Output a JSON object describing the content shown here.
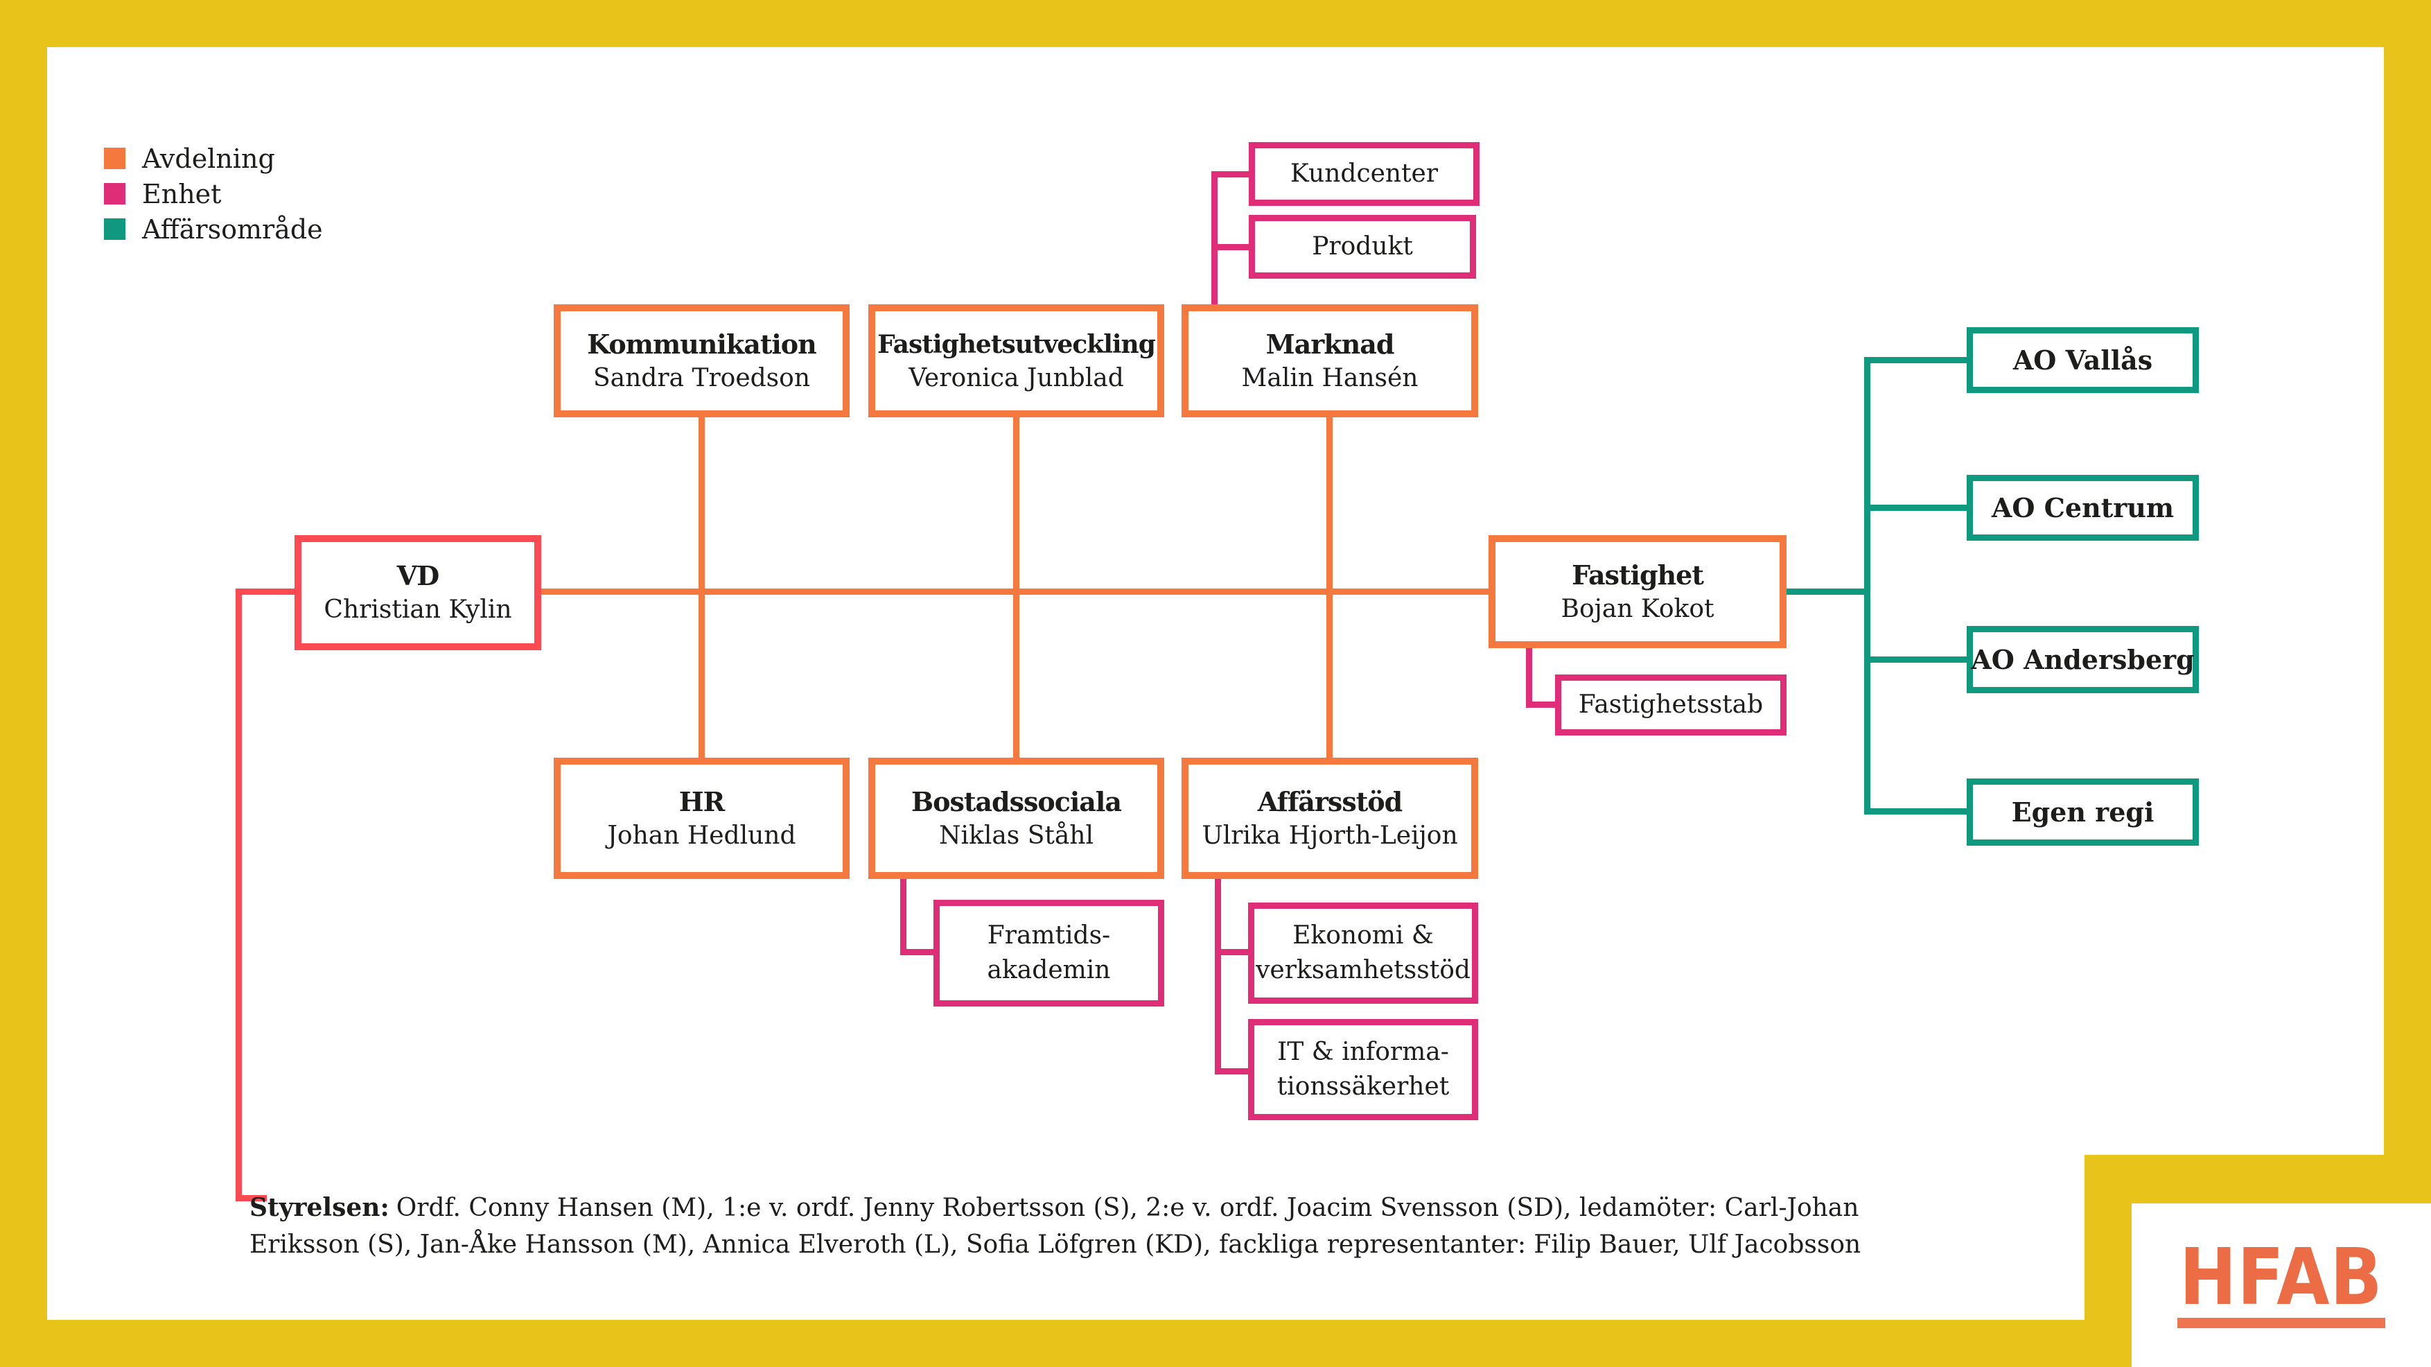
{
  "legend": {
    "items": [
      {
        "label": "Avdelning",
        "color": "#f5793f"
      },
      {
        "label": "Enhet",
        "color": "#e02d78"
      },
      {
        "label": "Affärsområde",
        "color": "#0f9a7f"
      }
    ]
  },
  "nodes": {
    "vd": {
      "title": "VD",
      "name": "Christian Kylin"
    },
    "kommunikation": {
      "title": "Kommunikation",
      "name": "Sandra Troedson"
    },
    "fastighetsutveckling": {
      "title": "Fastighetsutveckling",
      "name": "Veronica Junblad"
    },
    "marknad": {
      "title": "Marknad",
      "name": "Malin Hansén"
    },
    "kundcenter": {
      "label": "Kundcenter"
    },
    "produkt": {
      "label": "Produkt"
    },
    "fastighet": {
      "title": "Fastighet",
      "name": "Bojan Kokot"
    },
    "fastighetsstab": {
      "label": "Fastighetsstab"
    },
    "hr": {
      "title": "HR",
      "name": "Johan Hedlund"
    },
    "bostadssociala": {
      "title": "Bostadssociala",
      "name": "Niklas Ståhl"
    },
    "affarsstod": {
      "title": "Affärsstöd",
      "name": "Ulrika Hjorth-Leijon"
    },
    "framtidsakademin": {
      "label": "Framtids-\nakademin"
    },
    "ekonomi": {
      "label": "Ekonomi &\nverksamhetsstöd"
    },
    "it": {
      "label": "IT & informa-\ntionssäkerhet"
    },
    "ao_vallas": {
      "label": "AO Vallås"
    },
    "ao_centrum": {
      "label": "AO Centrum"
    },
    "ao_andersberg": {
      "label": "AO Andersberg"
    },
    "egen_regi": {
      "label": "Egen regi"
    }
  },
  "styrelsen": {
    "label": "Styrelsen:",
    "line1": "Ordf. Conny Hansen (M), 1:e v. ordf. Jenny Robertsson (S), 2:e v. ordf. Joacim Svensson (SD), ledamöter: Carl-Johan",
    "line2": "Eriksson (S), Jan-Åke Hansson (M), Annica Elveroth (L), Sofia Löfgren (KD), fackliga representanter: Filip Bauer, Ulf Jacobsson"
  },
  "logo": {
    "text": "HFAB"
  },
  "colors": {
    "frame_yellow": "#e8c31a",
    "avdelning_orange": "#f5793f",
    "enhet_pink": "#e02d78",
    "affarsomrade_teal": "#0f9a7f",
    "vd_red": "#fb4a52",
    "logo_orange": "#ec6c45",
    "text": "#1d1d1b"
  }
}
